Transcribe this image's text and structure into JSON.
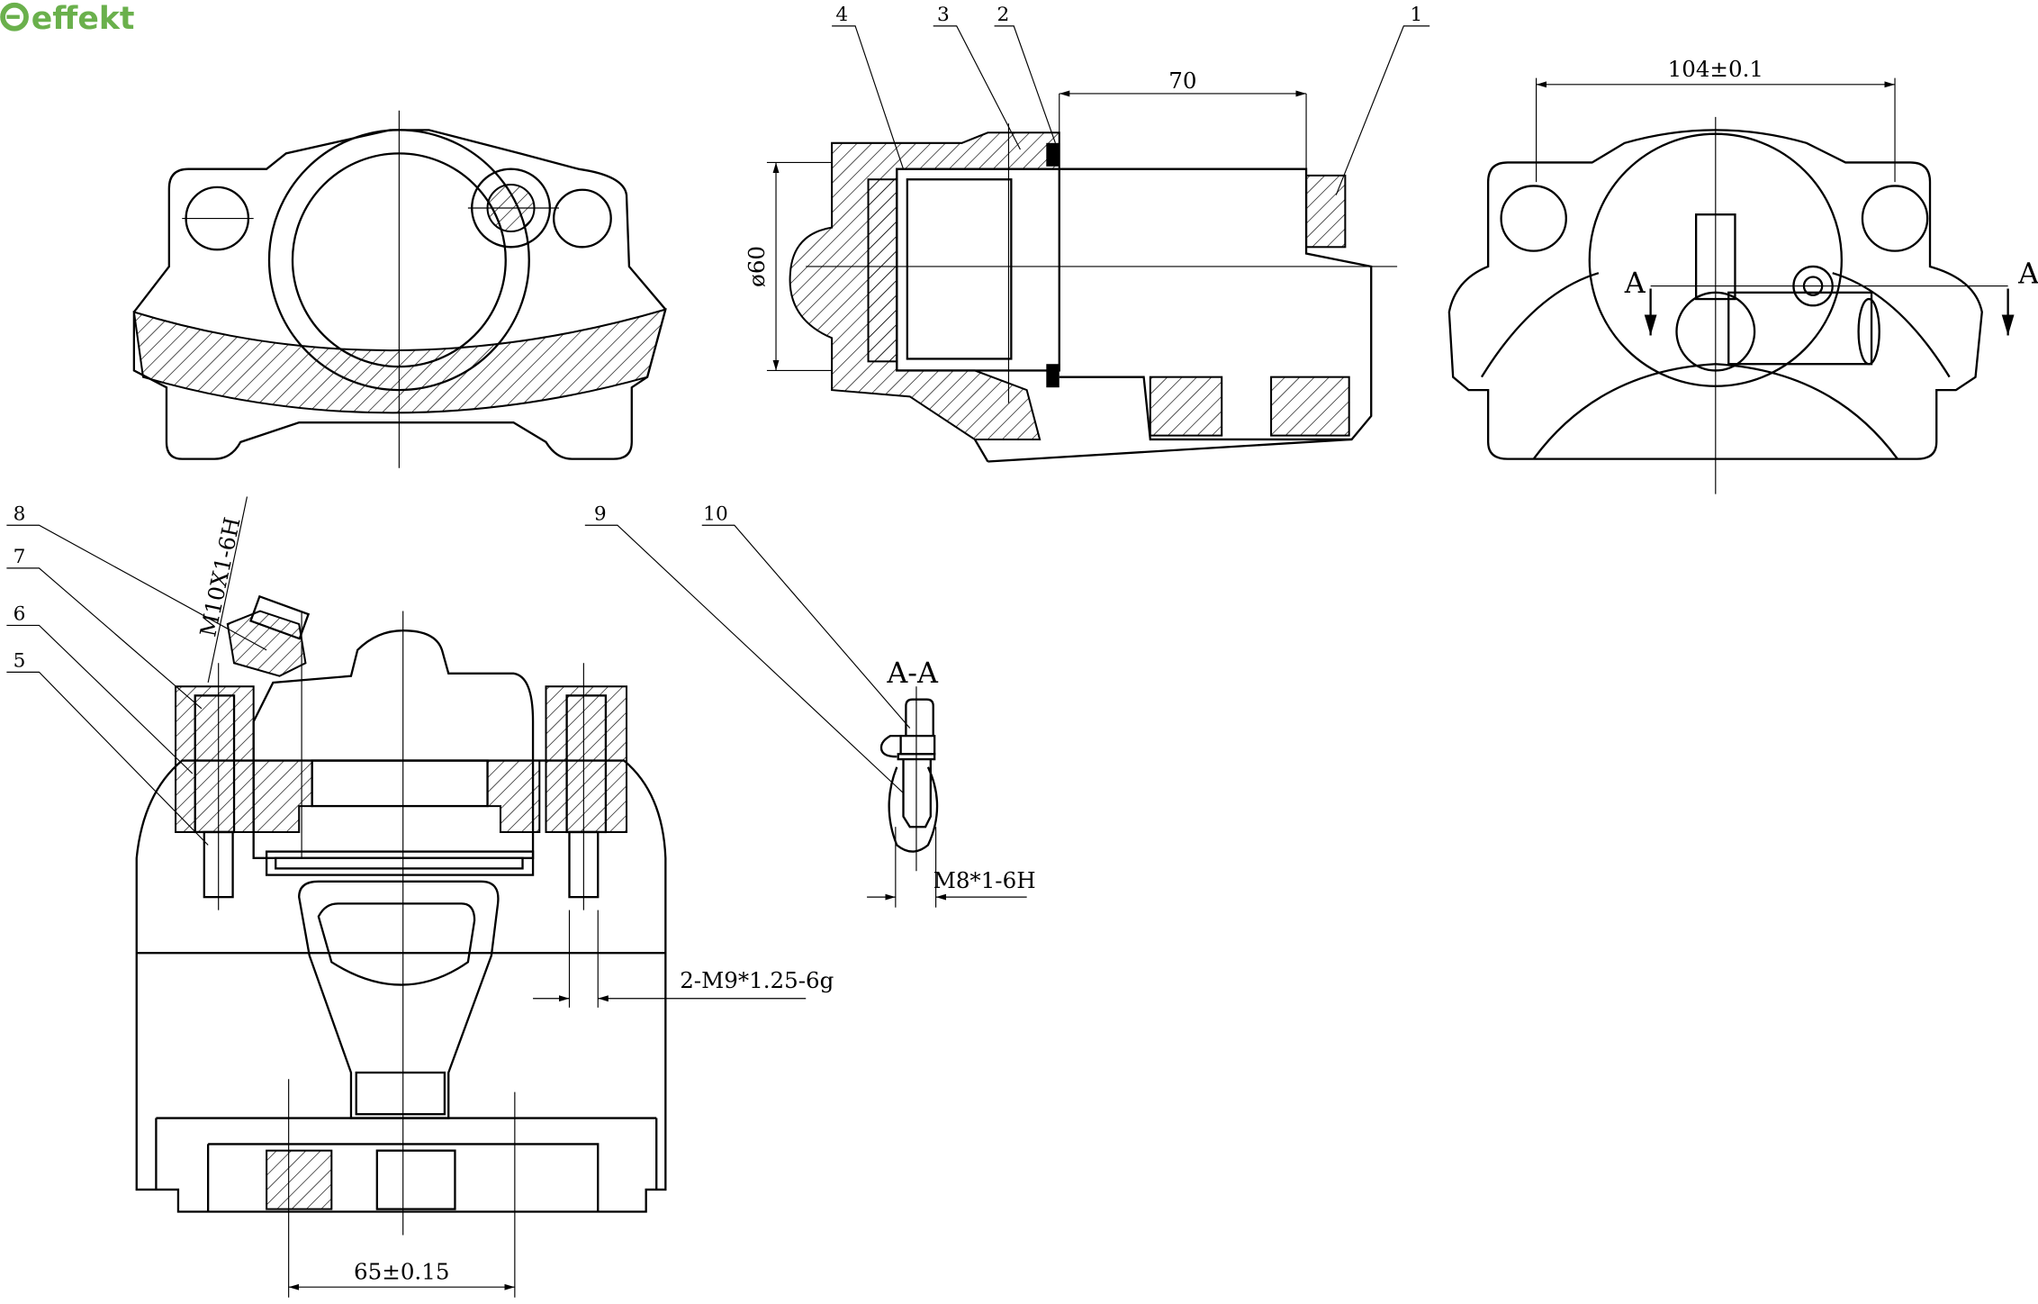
{
  "logo": {
    "text": "effekt",
    "color": "#6ab04c"
  },
  "drawing": {
    "part_numbers": [
      "1",
      "2",
      "3",
      "4",
      "5",
      "6",
      "7",
      "8",
      "9",
      "10"
    ],
    "dimensions": {
      "piston_offset": "70",
      "bore_diameter": "ø60",
      "mount_width": "104±0.1",
      "bleed_thread": "M10X1-6H",
      "mount_thread": "2-M9*1.25-6g",
      "section_thread": "M8*1-6H",
      "pad_spacing": "65±0.15"
    },
    "section_marks": {
      "left": "A",
      "right": "A",
      "section_title": "A-A"
    }
  }
}
